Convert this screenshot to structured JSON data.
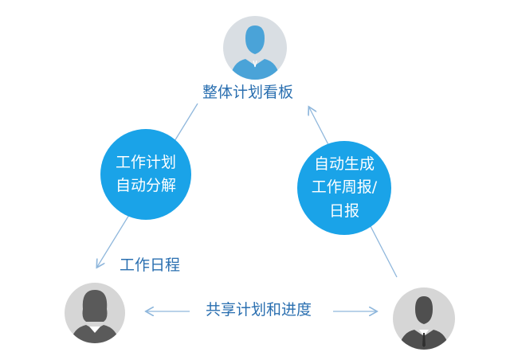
{
  "top_node": {
    "label": "整体计划看板",
    "icon": "manager-avatar-icon"
  },
  "left_bubble": {
    "lines": [
      "工作计划",
      "自动分解"
    ]
  },
  "right_bubble": {
    "lines": [
      "自动生成",
      "工作周报/",
      "日报"
    ]
  },
  "left_edge_label": "工作日程",
  "bottom_edge_label": "共享计划和进度",
  "bottom_left_node": {
    "icon": "female-employee-avatar-icon"
  },
  "bottom_right_node": {
    "icon": "male-employee-avatar-icon"
  },
  "colors": {
    "bubble": "#1aa3e8",
    "text": "#2a6fb0",
    "arrow": "#8fb7dc",
    "avatar_blue_bg": "#d9dee3",
    "avatar_blue_fg": "#4aa3d8",
    "avatar_gray_bg": "#d6d6d6",
    "avatar_gray_fg": "#5a5a5a"
  }
}
